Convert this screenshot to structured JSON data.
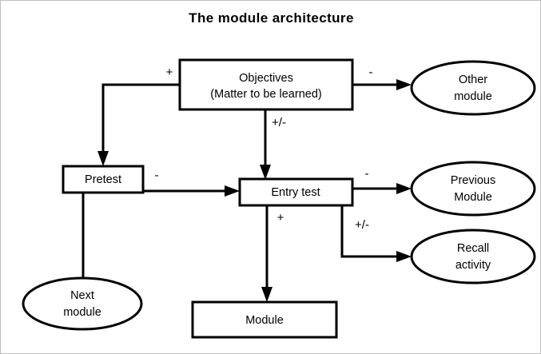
{
  "title": "The module architecture",
  "diagram": {
    "type": "flowchart",
    "nodes": [
      {
        "id": "objectives",
        "shape": "rectangle",
        "lines": [
          "Objectives",
          "(Matter to be learned)"
        ]
      },
      {
        "id": "other-module",
        "shape": "ellipse",
        "lines": [
          "Other",
          "module"
        ]
      },
      {
        "id": "pretest",
        "shape": "rectangle",
        "lines": [
          "Pretest"
        ]
      },
      {
        "id": "entry-test",
        "shape": "rectangle",
        "lines": [
          "Entry test"
        ]
      },
      {
        "id": "previous-module",
        "shape": "ellipse",
        "lines": [
          "Previous",
          "Module"
        ]
      },
      {
        "id": "recall-activity",
        "shape": "ellipse",
        "lines": [
          "Recall",
          "activity"
        ]
      },
      {
        "id": "next-module",
        "shape": "ellipse",
        "lines": [
          "Next",
          "module"
        ]
      },
      {
        "id": "module",
        "shape": "rectangle",
        "lines": [
          "Module"
        ]
      }
    ],
    "edges": [
      {
        "id": "objectives-to-pretest",
        "from": "objectives",
        "to": "pretest",
        "label": "+"
      },
      {
        "id": "objectives-to-other-module",
        "from": "objectives",
        "to": "other-module",
        "label": "-"
      },
      {
        "id": "objectives-to-entry-test",
        "from": "objectives",
        "to": "entry-test",
        "label": "+/-"
      },
      {
        "id": "pretest-to-entry-test",
        "from": "pretest",
        "to": "entry-test",
        "label": "-"
      },
      {
        "id": "pretest-to-next-module",
        "from": "pretest",
        "to": "next-module",
        "label": ""
      },
      {
        "id": "entry-test-to-previous-module",
        "from": "entry-test",
        "to": "previous-module",
        "label": "-"
      },
      {
        "id": "entry-test-to-recall-activity",
        "from": "entry-test",
        "to": "recall-activity",
        "label": "+/-"
      },
      {
        "id": "entry-test-to-module",
        "from": "entry-test",
        "to": "module",
        "label": "+"
      }
    ],
    "colors": {
      "stroke": "#000000",
      "fill": "#ffffff",
      "text": "#000000"
    }
  }
}
